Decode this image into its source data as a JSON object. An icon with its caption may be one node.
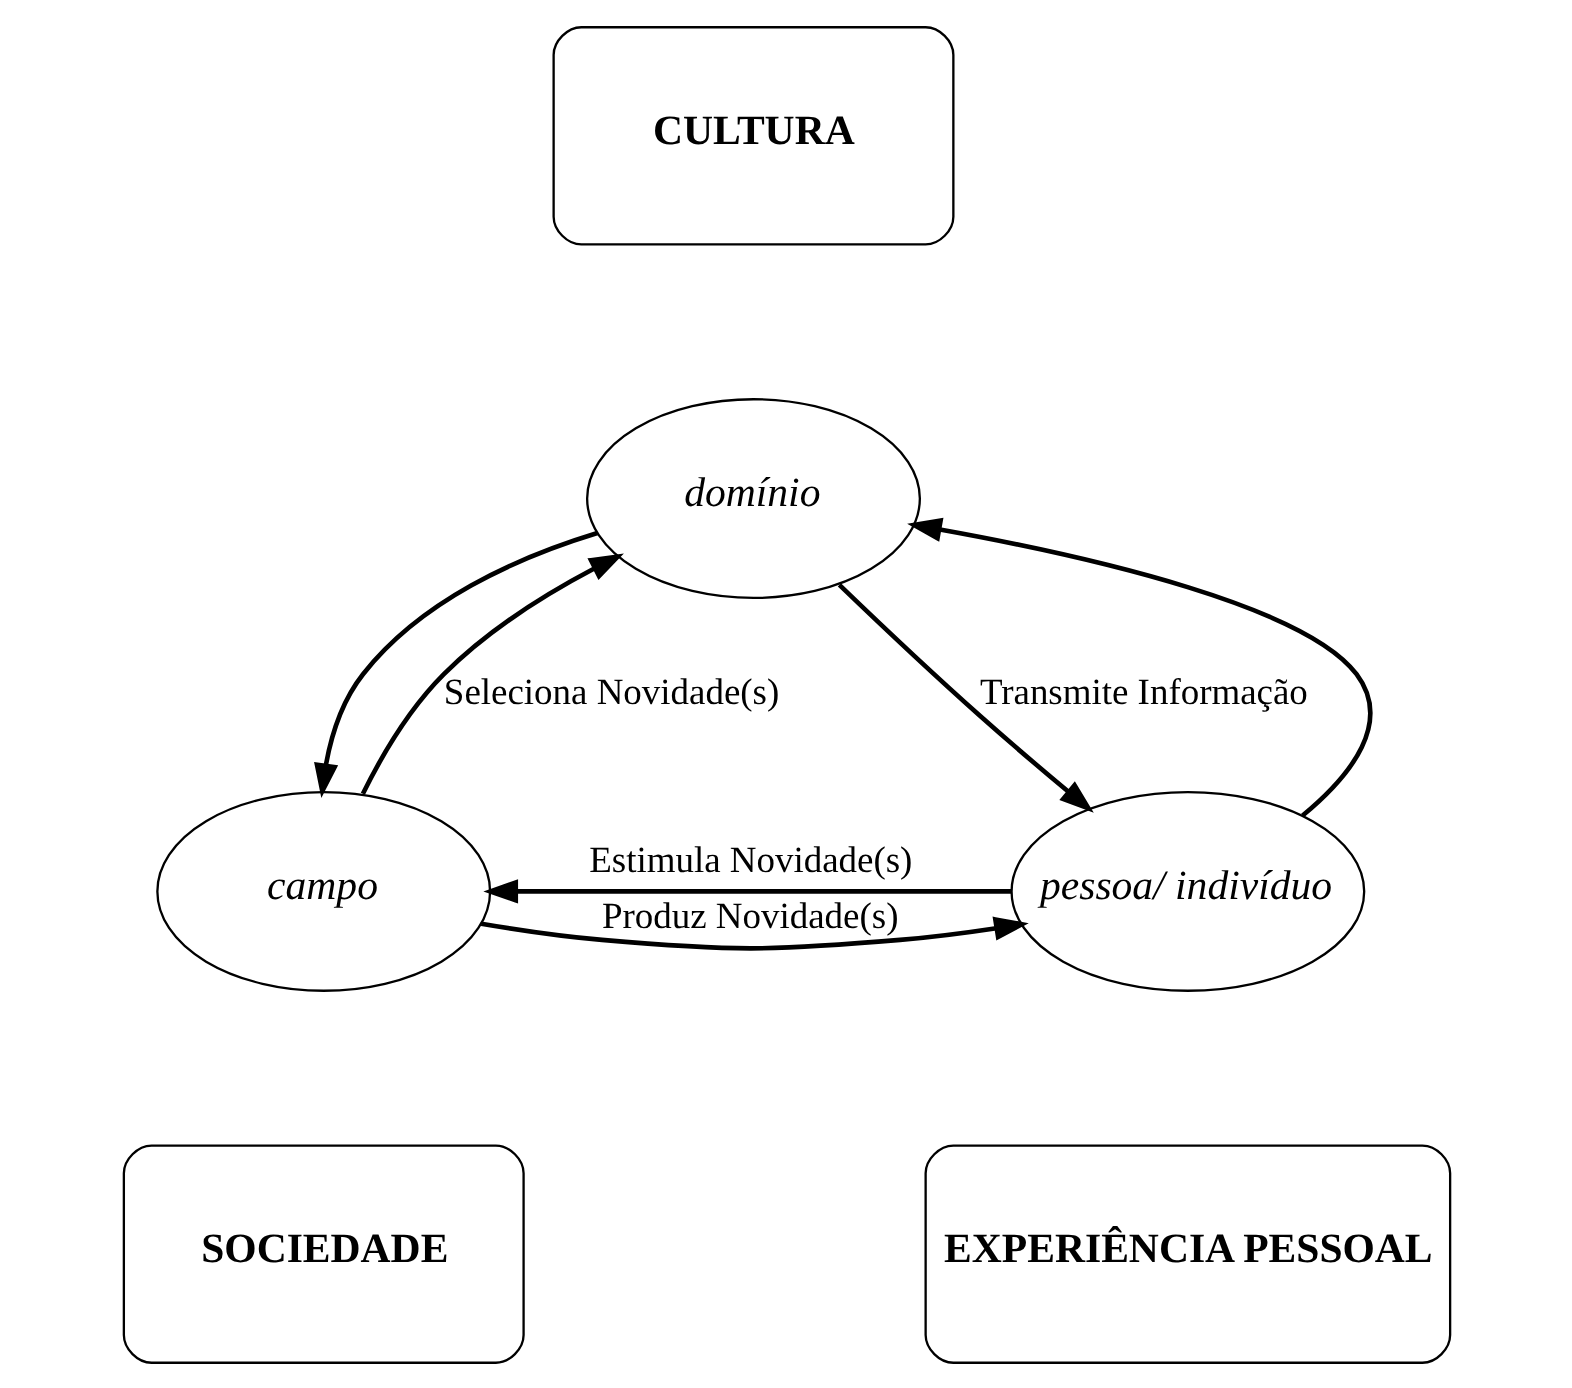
{
  "diagram": {
    "nodes": [
      {
        "text": [
          "CULTURA"
        ]
      },
      {
        "text": [
          "domínio"
        ]
      },
      {
        "text": [
          "campo"
        ]
      },
      {
        "text": [
          "pessoa/ indivíduo"
        ]
      },
      {
        "text": [
          "SOCIEDADE"
        ]
      },
      {
        "text": [
          "EXPERIÊNCIA PESSOAL"
        ]
      }
    ],
    "edges": [
      {
        "from": 2,
        "to": 1,
        "arrow": "to",
        "label": "Seleciona Novidade(s)"
      },
      {
        "from": 1,
        "to": 2,
        "arrow": "to"
      },
      {
        "from": 3,
        "to": 1,
        "arrow": "to"
      },
      {
        "from": 1,
        "to": 3,
        "arrow": "to",
        "label": "Transmite Informação"
      },
      {
        "from": 2,
        "to": 3,
        "arrow": "to",
        "label": "Produz Novidade(s)"
      },
      {
        "from": 3,
        "to": 2,
        "arrow": "to",
        "label": "Estimula Novidade(s)"
      }
    ]
  }
}
